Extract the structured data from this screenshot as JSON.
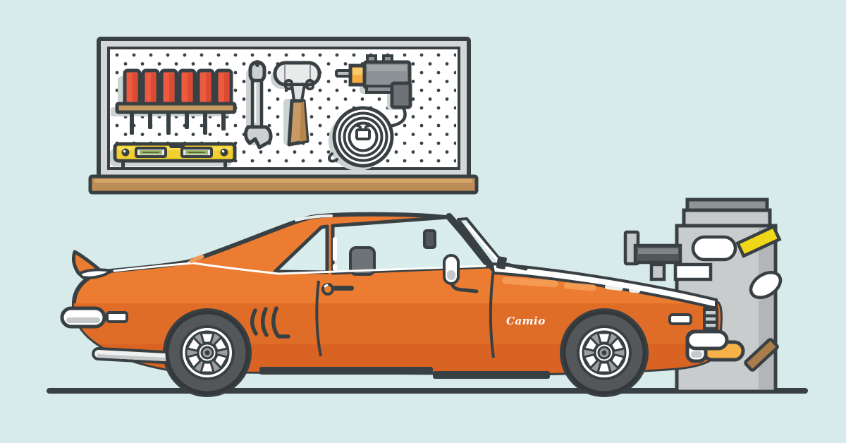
{
  "meta": {
    "type": "flat-vector-illustration",
    "description": "Orange classic muscle car parked in a workshop in front of a tool pegboard and beside a gray shop machine"
  },
  "palette": {
    "background": "#d6ebea",
    "outline": "#394043",
    "car_orange": "#ec7c31",
    "car_orange_mid": "#e06d27",
    "car_orange_dark": "#d96322",
    "highlight_orange": "#f59a52",
    "chrome_white": "#ffffff",
    "glass": "#d9edec",
    "panel_white": "#ffffff",
    "frame_gray": "#d4d7d7",
    "tool_gray": "#ccd0d0",
    "metal_gray": "#8d9296",
    "dark_gray": "#53575a",
    "machine_gray": "#c9cccc",
    "machine_gray_dark": "#b3b6b6",
    "wood": "#c49a62",
    "wood_dark": "#b5854b",
    "screwdriver_red": "#ee5a40",
    "screwdriver_red_dark": "#dc4a32",
    "level_yellow": "#f2cf2e",
    "vial_green": "#9db566",
    "amber": "#f7b14a",
    "drill_chuck_orange": "#f5ae42",
    "tire_gray": "#53575a",
    "shadow_gray": "#ccd3d3"
  },
  "car": {
    "badge_text": "Camio",
    "parts": [
      "rear-spoiler",
      "taillight",
      "exhaust-pipe",
      "rear-wheel",
      "front-wheel",
      "door",
      "side-mirror",
      "headrest",
      "hood-stripe",
      "grille",
      "front-bumper",
      "fog-lamp",
      "fender-marker"
    ]
  },
  "pegboard": {
    "tools": [
      "screwdriver-rack",
      "spirit-level",
      "wrench",
      "mallet",
      "power-drill",
      "extension-cord-coil"
    ],
    "screwdriver_count": 6,
    "vial_count": 2
  },
  "machine": {
    "parts": [
      "cap",
      "body",
      "side-arm",
      "white-pill-label",
      "yellow-stripe",
      "white-oval",
      "brown-sticker"
    ]
  },
  "ground": {
    "line": true
  }
}
